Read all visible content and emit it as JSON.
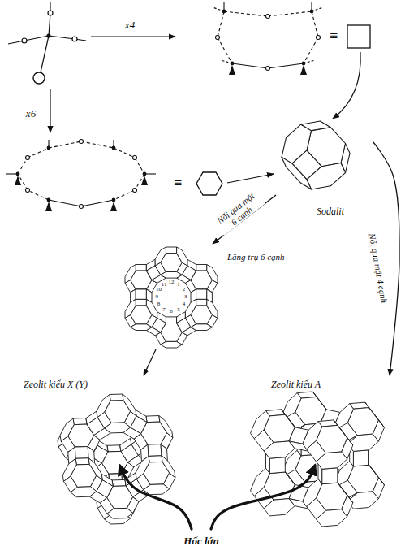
{
  "diagram": {
    "nodes": [
      {
        "text": [
          "Sodalit"
        ]
      },
      {
        "text": [
          "Lăng trụ 6 cạnh"
        ]
      },
      {
        "text": [
          "Zeolit kiểu X (Y)"
        ]
      },
      {
        "text": [
          "Zeolit kiểu A"
        ]
      }
    ],
    "edges": [
      {
        "from": 0,
        "to": 1,
        "arrow": "to",
        "label": "Nối qua mặt 6 cạnh"
      },
      {
        "from": 1,
        "to": 2,
        "arrow": "to"
      },
      {
        "from": 0,
        "to": 3,
        "arrow": "to",
        "label": "Nối qua mặt 4 cạnh"
      }
    ],
    "labels": [
      "x4",
      "≡",
      "x6",
      "≡",
      "1",
      "2",
      "3",
      "4",
      "5",
      "6",
      "7",
      "8",
      "9",
      "10",
      "11",
      "12",
      "Hốc lớn"
    ]
  }
}
